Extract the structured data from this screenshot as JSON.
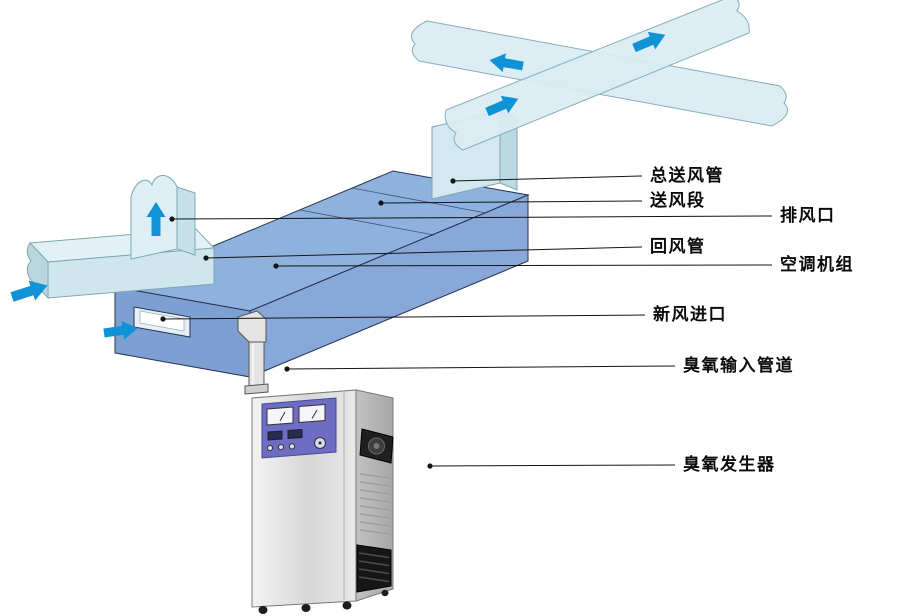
{
  "diagram": {
    "labels": [
      {
        "id": "main-supply-duct",
        "text": "总送风管"
      },
      {
        "id": "supply-section",
        "text": "送风段"
      },
      {
        "id": "exhaust-outlet",
        "text": "排风口"
      },
      {
        "id": "return-duct",
        "text": "回风管"
      },
      {
        "id": "ac-unit",
        "text": "空调机组"
      },
      {
        "id": "fresh-air-inlet",
        "text": "新风进口"
      },
      {
        "id": "ozone-input-pipe",
        "text": "臭氧输入管道"
      },
      {
        "id": "ozone-generator",
        "text": "臭氧发生器"
      }
    ],
    "colors": {
      "duct_light": "#d9edf2",
      "duct_edge": "#85aebc",
      "unit_blue_top": "#8fb1de",
      "unit_blue_left": "#7e9fd1",
      "unit_blue_right": "#88a8da",
      "flow_arrow_blue": "#0f93d6",
      "panel_purple": "#6c6dc3",
      "leader_line": "#141414"
    }
  }
}
